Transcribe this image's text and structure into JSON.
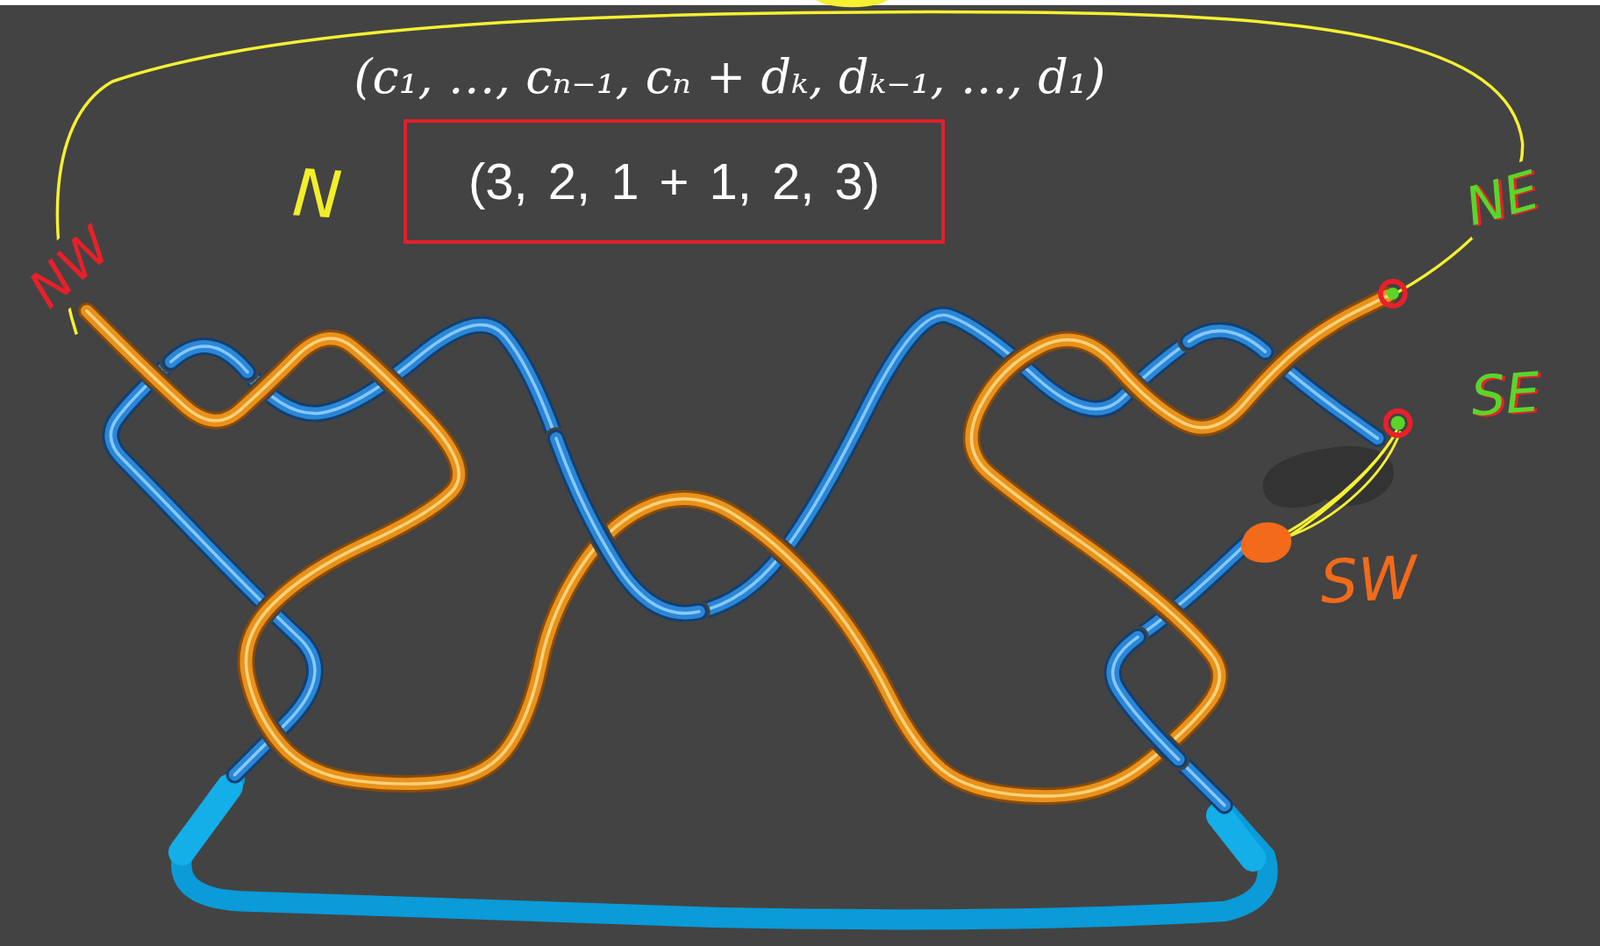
{
  "diagram": {
    "nodes": [
      {
        "text": [
          "(3, 2, 1 + 1, 2, 3)"
        ]
      }
    ],
    "labels": [
      "(c₁, …, cₙ₋₁, cₙ + dₖ, dₖ₋₁, …, d₁)",
      "N",
      "NW",
      "NE",
      "SE",
      "SW"
    ]
  }
}
